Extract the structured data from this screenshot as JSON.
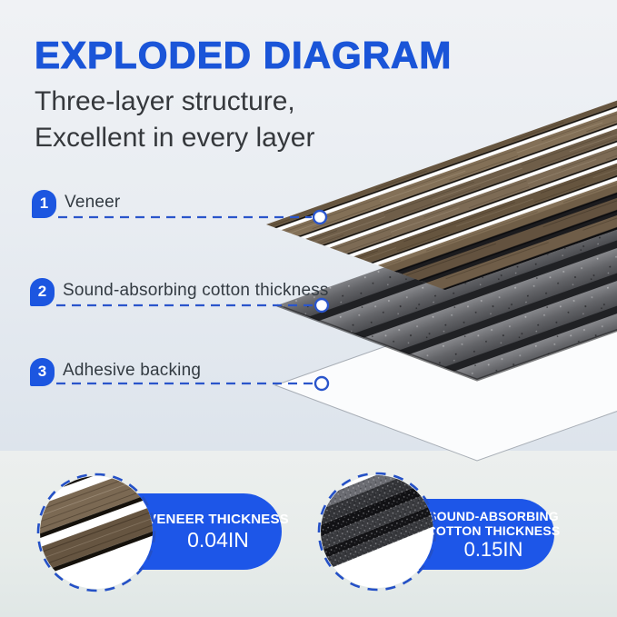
{
  "header": {
    "title": "EXPLODED DIAGRAM",
    "subtitle_line1": "Three-layer structure,",
    "subtitle_line2": "Excellent in every layer"
  },
  "layers": [
    {
      "num": "1",
      "label": "Veneer"
    },
    {
      "num": "2",
      "label": "Sound-absorbing cotton thickness"
    },
    {
      "num": "3",
      "label": "Adhesive backing"
    }
  ],
  "callouts": [
    {
      "title1": "VENEER THICKNESS",
      "value": "0.04IN"
    },
    {
      "title1": "SOUND-ABSORBING",
      "title2": "COTTON THICKNESS",
      "value": "0.15IN"
    }
  ],
  "colors": {
    "title_blue": "#1a55d8",
    "accent_blue": "#1d56e8",
    "badge_blue": "#1c56e0",
    "leader_blue": "#2a55cb",
    "wood_brown": "#76644e",
    "foam_gray": "#5f6064",
    "backing_white": "#fbfcfd"
  }
}
